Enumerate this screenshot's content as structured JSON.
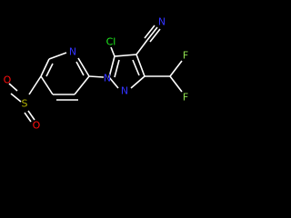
{
  "colors": {
    "background": "#000000",
    "bond": "#ffffff",
    "carbon": "#ffffff",
    "nitrogen": "#3333ff",
    "oxygen": "#ff0d0d",
    "sulfur": "#b2b200",
    "chlorine": "#1ff01f",
    "fluorine": "#90e050"
  },
  "atoms": {
    "cl": "Cl",
    "n_nitrile": "N",
    "f1": "F",
    "f2": "F",
    "n_pyrazole_1": "N",
    "n_pyrazole_2": "N",
    "n_pyridine": "N",
    "s": "S",
    "o1": "O",
    "o2": "O"
  }
}
